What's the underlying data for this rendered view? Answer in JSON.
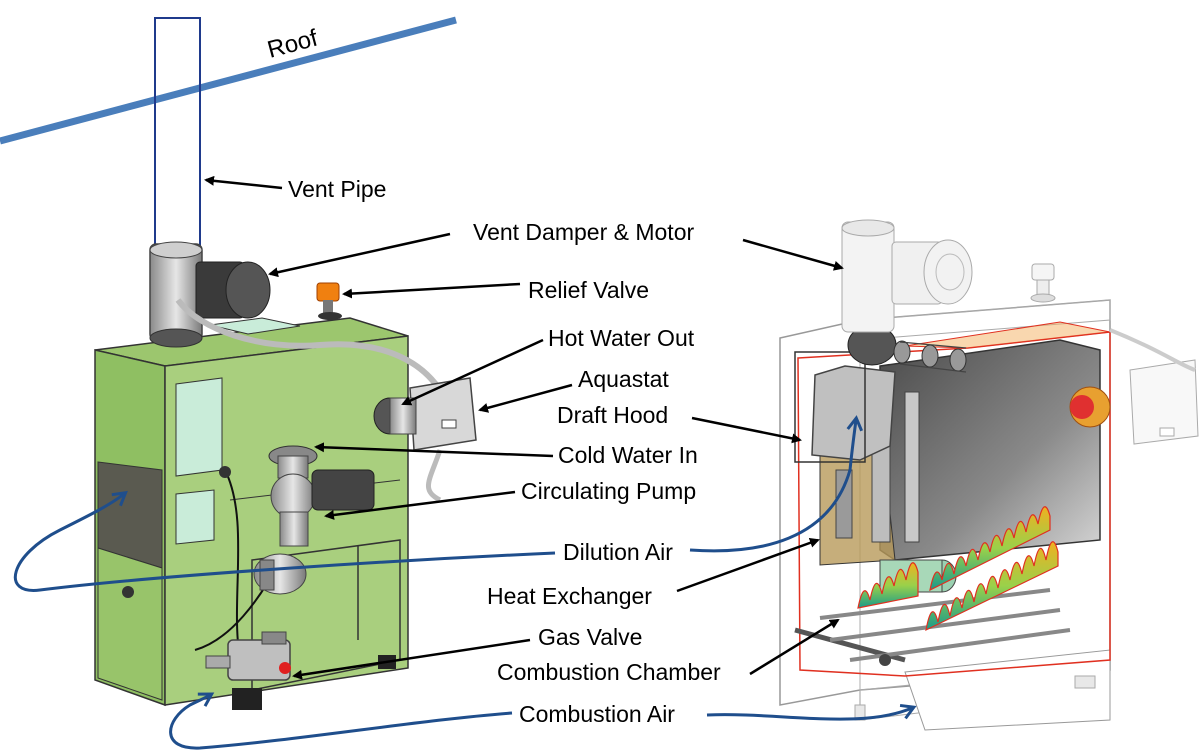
{
  "labels": {
    "roof": "Roof",
    "vent_pipe": "Vent Pipe",
    "vent_damper_motor": "Vent Damper & Motor",
    "relief_valve": "Relief Valve",
    "hot_water_out": "Hot Water Out",
    "aquastat": "Aquastat",
    "draft_hood": "Draft Hood",
    "cold_water_in": "Cold Water In",
    "circulating_pump": "Circulating Pump",
    "dilution_air": "Dilution Air",
    "heat_exchanger": "Heat Exchanger",
    "gas_valve": "Gas Valve",
    "combustion_chamber": "Combustion Chamber",
    "combustion_air": "Combustion Air"
  },
  "colors": {
    "roof": "#4a7ebb",
    "boiler_body": "#a9cf7e",
    "boiler_side": "#8fbf62",
    "panel": "#c9ecd9",
    "air_arrow": "#1f4e8c",
    "chamber_outline": "#e03020",
    "flame_outer": "#f0a020",
    "flame_inner": "#2aa88a"
  }
}
